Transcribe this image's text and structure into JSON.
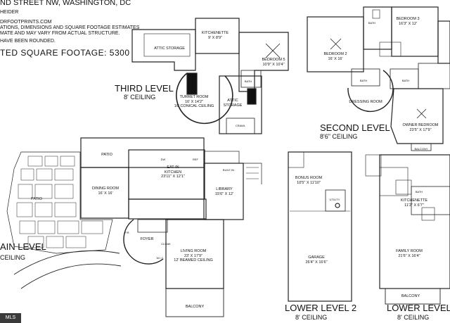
{
  "header": {
    "address": "ND STREET NW, WASHINGTON, DC",
    "measured_by": "HEIDER",
    "website": "DRFOOTPRINTS.COM",
    "disclaimer_1": "ATIONS, DIMENSIONS AND SQUARE FOOTAGE ESTIMATES",
    "disclaimer_2": "MATE AND MAY VARY FROM ACTUAL STRUCTURE.",
    "disclaimer_3": "HAVE BEEN ROUNDED.",
    "square_footage": "TED SQUARE FOOTAGE: 5300"
  },
  "levels": {
    "third": {
      "name": "THIRD LEVEL",
      "ceiling": "8' CEILING"
    },
    "second": {
      "name": "SECOND LEVEL",
      "ceiling": "8'6\" CEILING"
    },
    "main": {
      "name": "AIN LEVEL",
      "ceiling": "CEILING"
    },
    "lower2": {
      "name": "LOWER LEVEL 2",
      "ceiling": "8' CEILING"
    },
    "lower1": {
      "name": "LOWER LEVEL 1",
      "ceiling": "8' CEILING"
    }
  },
  "rooms": {
    "kitchenette3": {
      "name": "KITCHENETTE",
      "dims": "9' X 8'9\""
    },
    "attic_storage_1": {
      "name": "ATTIC STORAGE"
    },
    "bedroom5": {
      "name": "BEDROOM 5",
      "dims": "10'9\" X 10'4\""
    },
    "turret_room": {
      "name": "TURRET ROOM",
      "dims": "16' X 14'2\"",
      "extra": "16' CONICAL CEILING"
    },
    "attic_storage_2": {
      "name": "ATTIC",
      "dims": "STORAGE"
    },
    "bedroom2": {
      "name": "BEDROOM 2",
      "dims": "16' X 16'"
    },
    "bedroom3": {
      "name": "BEDROOM 3",
      "dims": "16'3\" X 12'"
    },
    "owner_bedroom": {
      "name": "OWNER BEDROOM",
      "dims": "23'5\" X 17'9\""
    },
    "dressing_room": {
      "name": "DRESSING ROOM"
    },
    "patio_top": {
      "name": "PATIO"
    },
    "patio_left": {
      "name": "PATIO"
    },
    "eatin_kitchen": {
      "name": "EAT-IN",
      "dims": "KITCHEN",
      "extra": "23'11\" X 12'1\""
    },
    "dining_room": {
      "name": "DINING ROOM",
      "dims": "16' X 16'"
    },
    "library": {
      "name": "LIBRARY",
      "dims": "15'6\" X 12'"
    },
    "foyer": {
      "name": "FOYER"
    },
    "living_room": {
      "name": "LIVING ROOM",
      "dims": "23' X 17'9\"",
      "extra": "12' BEAMED CEILING"
    },
    "balcony_main": {
      "name": "BALCONY"
    },
    "bonus_room": {
      "name": "BONUS ROOM",
      "dims": "10'5\" X 11'10\""
    },
    "utility": {
      "name": "UTILITY"
    },
    "garage": {
      "name": "GARAGE",
      "dims": "26'4\" X 16'6\""
    },
    "kitchenette1": {
      "name": "KITCHENETTE",
      "dims": "11'2\" X 6'7\""
    },
    "family_room": {
      "name": "FAMILY ROOM",
      "dims": "21'6\" X 16'4\""
    },
    "balcony_lower1": {
      "name": "BALCONY"
    },
    "balcony_second": {
      "name": "BALCONY"
    }
  },
  "small_labels": {
    "bath": "BATH",
    "cloak": "CLOAK",
    "wic": "W.I.C.",
    "pr": "P.R.",
    "ref": "REF",
    "dw": "DW",
    "built_in": "BUILT-IN",
    "crawl": "CRAWL"
  },
  "badge": "MLS"
}
